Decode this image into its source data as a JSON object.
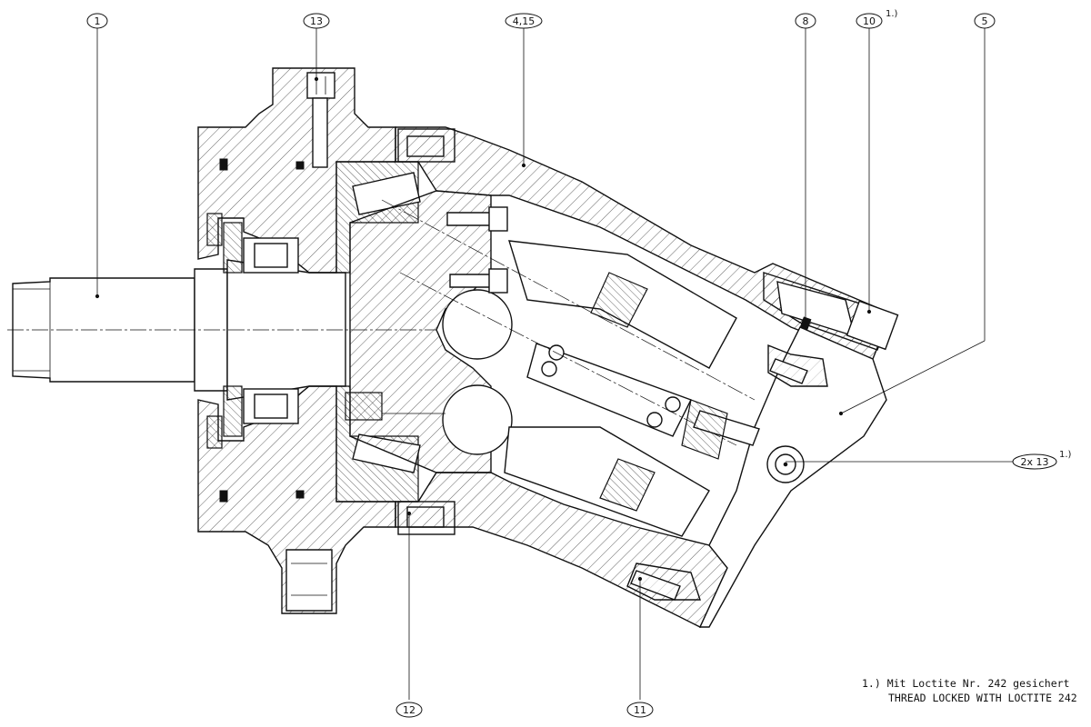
{
  "callouts": [
    {
      "id": "c1",
      "label": "1"
    },
    {
      "id": "c13",
      "label": "13"
    },
    {
      "id": "c415",
      "label": "4,15"
    },
    {
      "id": "c8",
      "label": "8"
    },
    {
      "id": "c10",
      "label": "10",
      "sup": "1.)"
    },
    {
      "id": "c5",
      "label": "5"
    },
    {
      "id": "c2x13",
      "label": "2x 13",
      "sup": "1.)"
    },
    {
      "id": "c12",
      "label": "12"
    },
    {
      "id": "c11",
      "label": "11"
    }
  ],
  "note": {
    "line1": "1.) Mit Loctite Nr. 242 gesichert",
    "line2": "THREAD LOCKED WITH LOCTITE 242"
  }
}
